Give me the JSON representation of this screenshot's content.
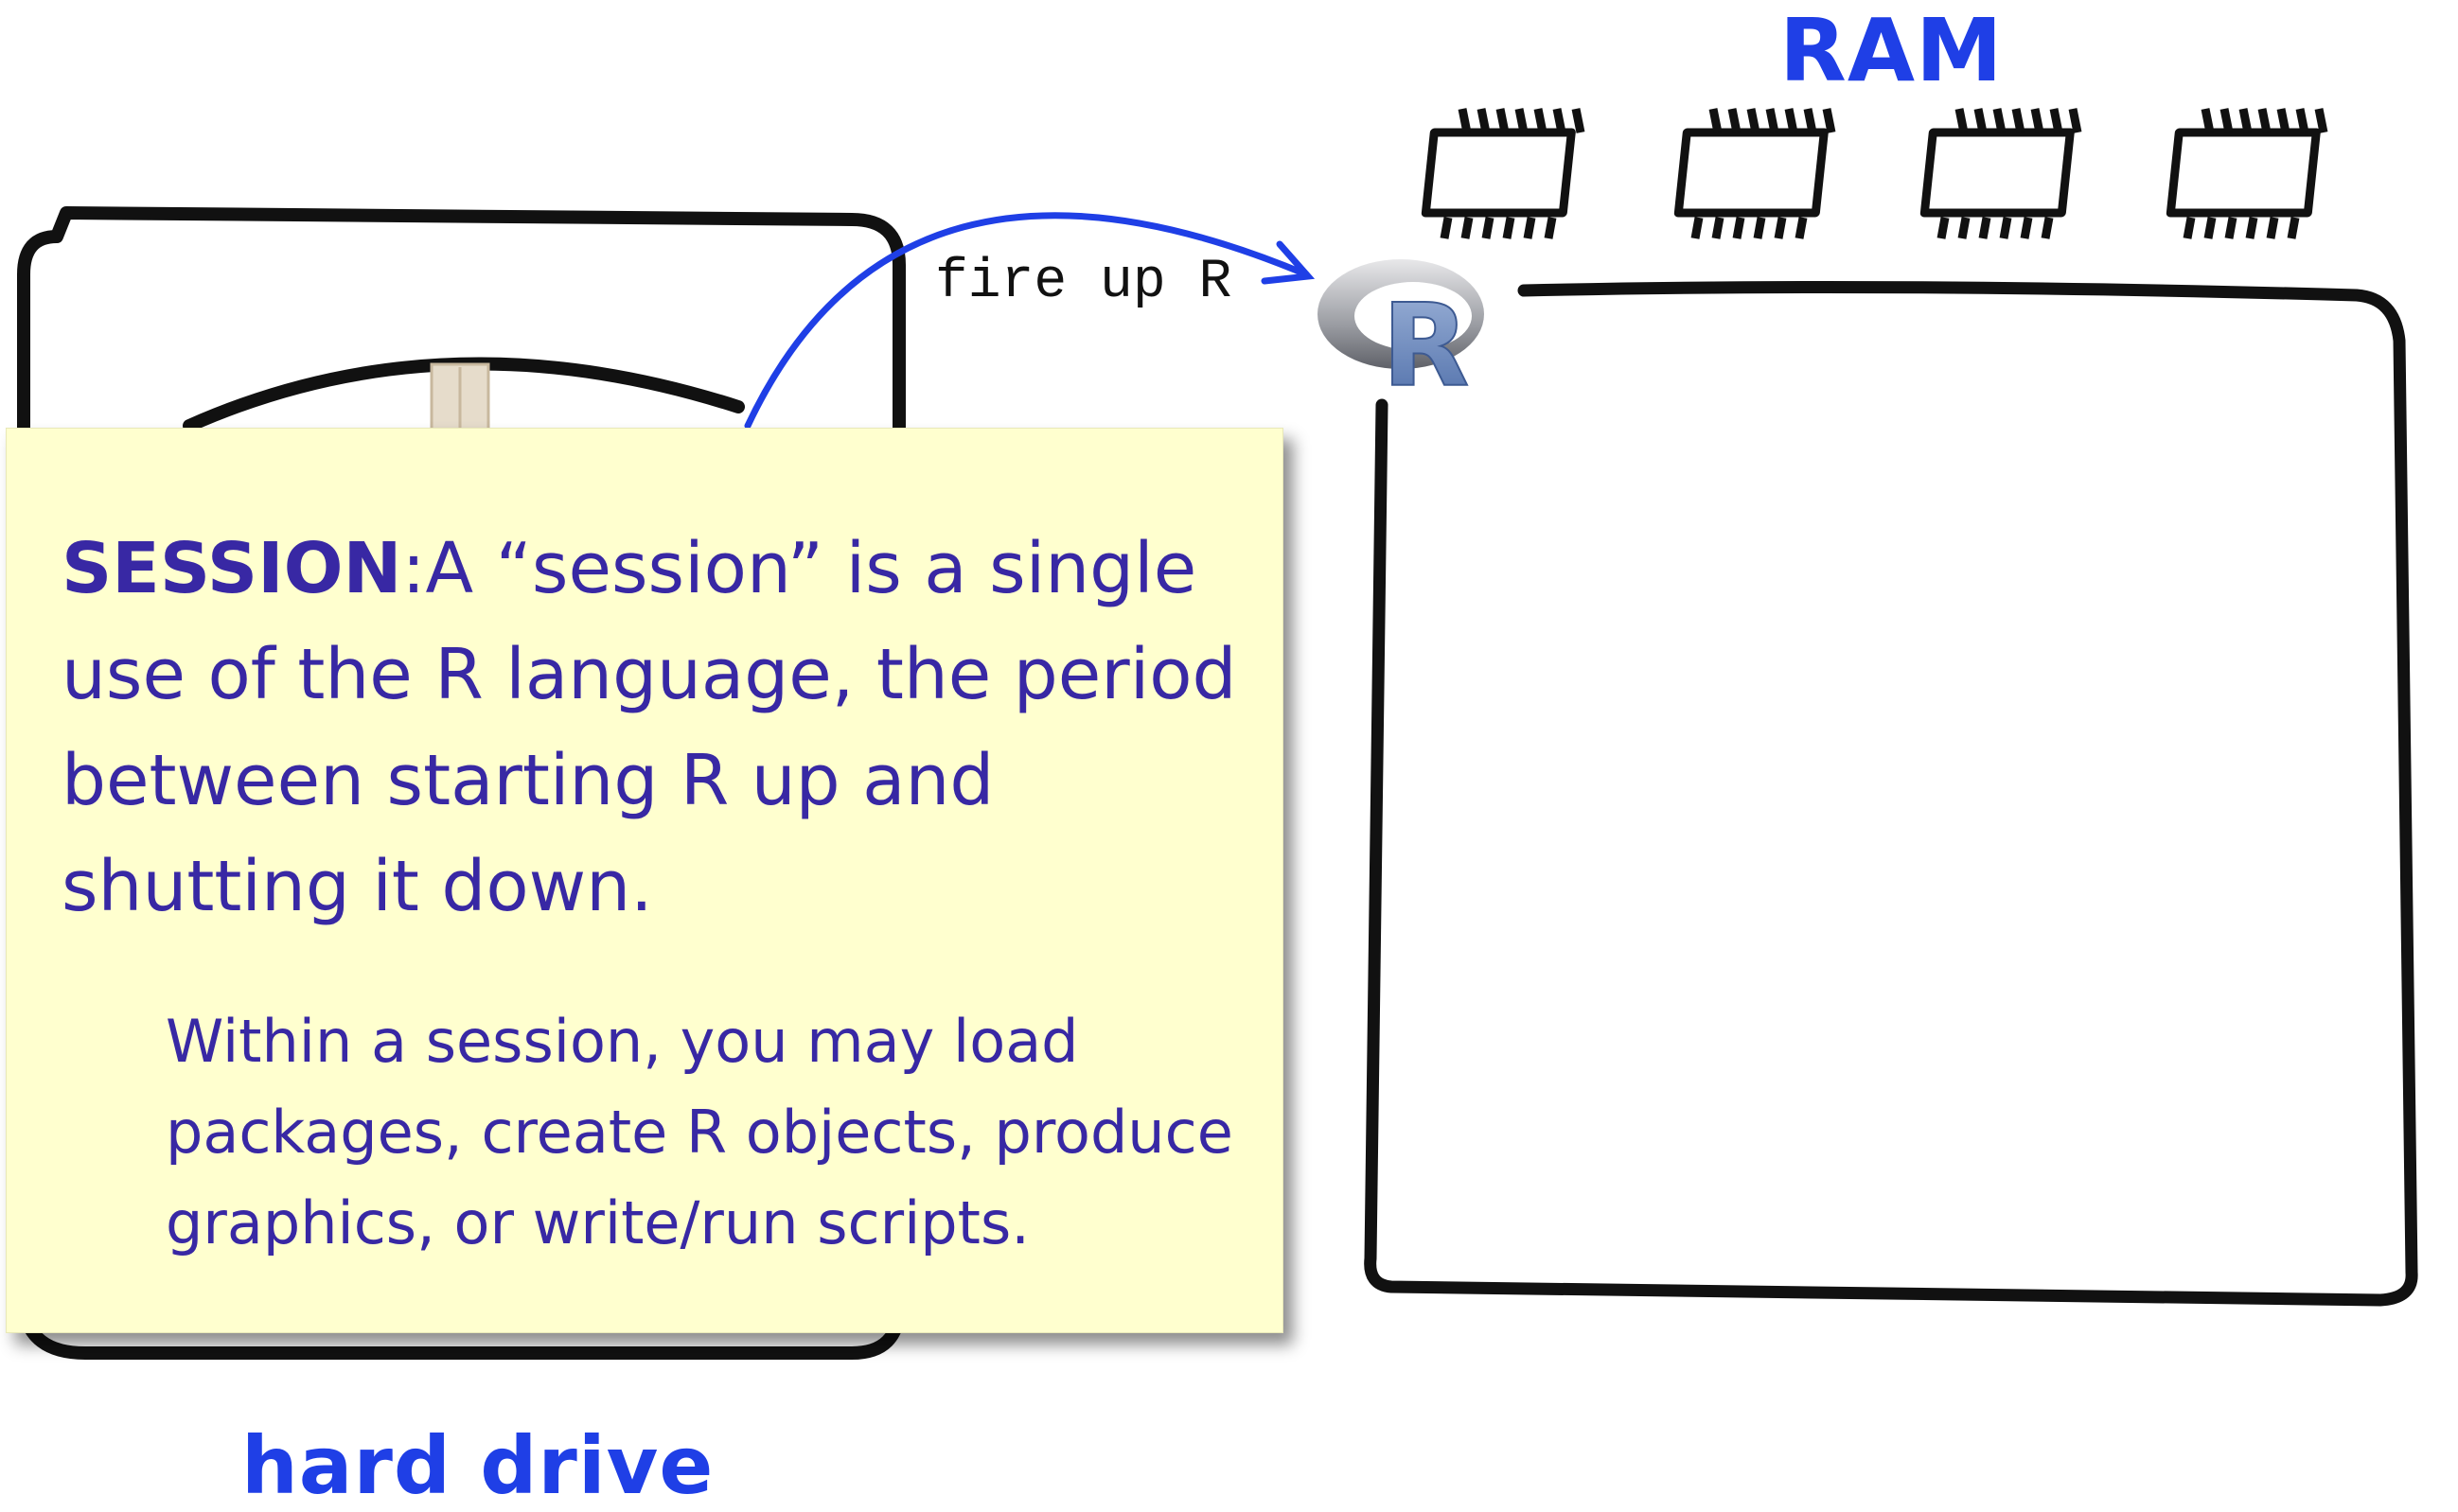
{
  "labels": {
    "ram": "RAM",
    "hard_drive": "hard drive",
    "arrow": "fire up R"
  },
  "logo": {
    "letter": "R"
  },
  "note": {
    "term": "SESSION",
    "separator": ":",
    "definition": "A “session” is a single use of the R language, the period between starting R up and shutting it down.",
    "detail": "Within a session, you may load packages, create R objects, produce graphics, or write/run scripts."
  },
  "colors": {
    "label_blue": "#1f3fe6",
    "note_bg": "#ffffcf",
    "note_text": "#3828a4",
    "stroke": "#111111"
  }
}
